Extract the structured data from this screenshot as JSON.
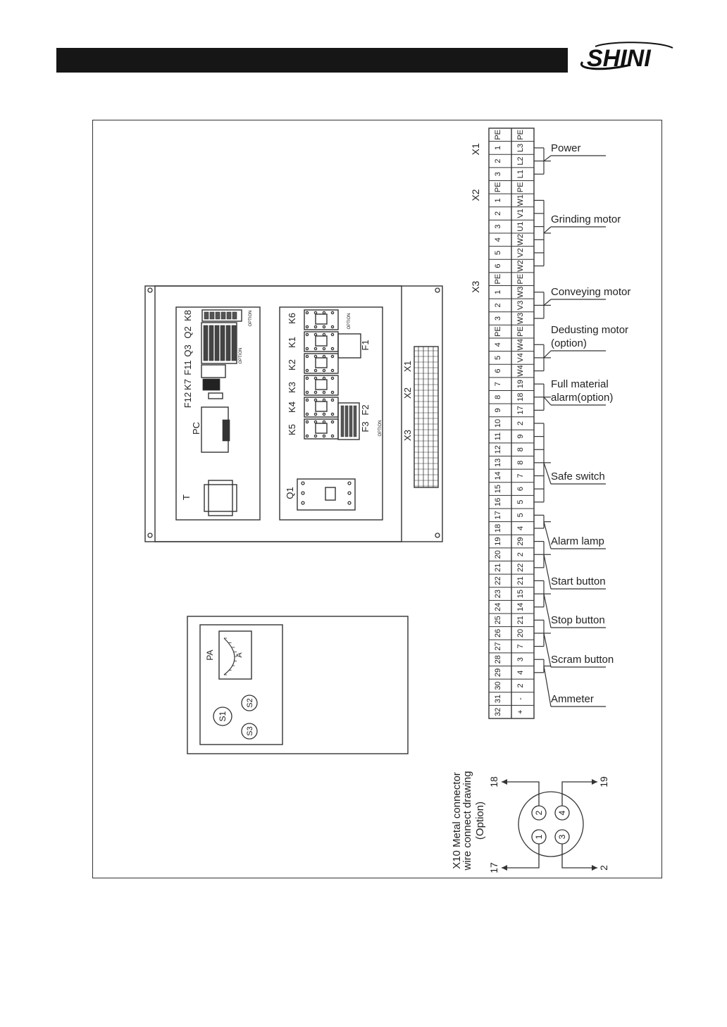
{
  "brand": {
    "logo_text": "SHINI"
  },
  "terminal": {
    "groups": [
      {
        "label": "X1",
        "rows": [
          [
            "PE",
            "PE"
          ],
          [
            "1",
            "L3"
          ],
          [
            "2",
            "L2"
          ],
          [
            "3",
            "L1"
          ]
        ]
      },
      {
        "label": "X2",
        "rows": [
          [
            "PE",
            "PE"
          ],
          [
            "1",
            "W1"
          ],
          [
            "2",
            "V1"
          ],
          [
            "3",
            "U1"
          ],
          [
            "4",
            "W2"
          ],
          [
            "5",
            "V2"
          ],
          [
            "6",
            "W2"
          ]
        ]
      },
      {
        "label": "X3",
        "rows": [
          [
            "PE",
            "PE"
          ],
          [
            "1",
            "W3"
          ],
          [
            "2",
            "V3"
          ],
          [
            "3",
            "W3"
          ],
          [
            "PE",
            "PE"
          ],
          [
            "4",
            "W4"
          ],
          [
            "5",
            "V4"
          ],
          [
            "6",
            "W4"
          ],
          [
            "7",
            "19"
          ],
          [
            "8",
            "18"
          ],
          [
            "9",
            "17"
          ],
          [
            "10",
            "2"
          ],
          [
            "11",
            "9"
          ],
          [
            "12",
            "8"
          ],
          [
            "13",
            "8"
          ],
          [
            "14",
            "7"
          ],
          [
            "15",
            "6"
          ],
          [
            "16",
            "5"
          ],
          [
            "17",
            "5"
          ],
          [
            "18",
            "4"
          ],
          [
            "19",
            "29"
          ],
          [
            "20",
            "2"
          ],
          [
            "21",
            "22"
          ],
          [
            "22",
            "21"
          ],
          [
            "23",
            "15"
          ],
          [
            "24",
            "14"
          ],
          [
            "25",
            "21"
          ],
          [
            "26",
            "20"
          ],
          [
            "27",
            "7"
          ],
          [
            "28",
            "3"
          ],
          [
            "29",
            "4"
          ],
          [
            "30",
            "2"
          ],
          [
            "31",
            "-"
          ],
          [
            "32",
            "+"
          ]
        ]
      }
    ],
    "functions": [
      {
        "label": "Power"
      },
      {
        "label": "Grinding motor"
      },
      {
        "label": "Conveying motor"
      },
      {
        "label": "Dedusting motor",
        "label2": "(option)"
      },
      {
        "label": "Full material",
        "label2": "alarm(option)"
      },
      {
        "label": "Safe switch"
      },
      {
        "label": "Alarm lamp"
      },
      {
        "label": "Start button"
      },
      {
        "label": "Stop button"
      },
      {
        "label": "Scram button"
      },
      {
        "label": "Ammeter"
      }
    ]
  },
  "panel": {
    "left_labels": [
      "K8",
      "Q2",
      "Q3",
      "F11",
      "K7",
      "F12",
      "PC",
      "T"
    ],
    "right_labels": [
      "K6",
      "K1",
      "K2",
      "K3",
      "K4",
      "K5",
      "Q1",
      "F1",
      "F2",
      "F3"
    ],
    "option_text": "OPTION",
    "strip_labels": [
      "X1",
      "X2",
      "X3"
    ]
  },
  "door": {
    "meter_label": "PA",
    "meter_unit": "A",
    "switches": [
      "S1",
      "S2",
      "S3"
    ]
  },
  "connector": {
    "title_lines": [
      "X10 Metal connector",
      "wire connect drawing",
      "(Option)"
    ],
    "pins": [
      "1",
      "2",
      "3",
      "4"
    ],
    "wires": [
      "18",
      "19",
      "17",
      "2"
    ]
  }
}
